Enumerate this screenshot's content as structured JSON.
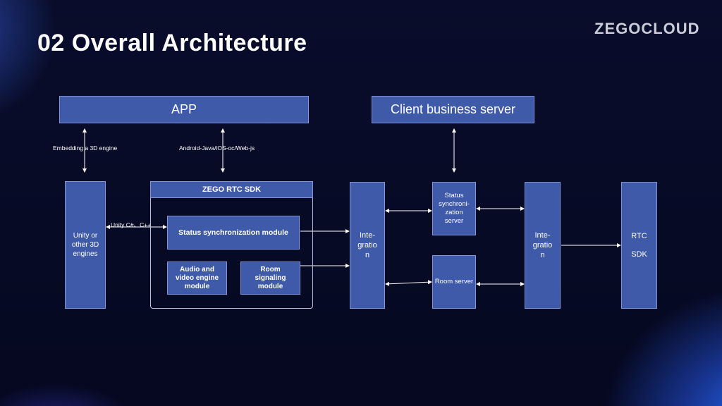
{
  "title": "02  Overall Architecture",
  "logo": "ZEGOCLOUD",
  "boxes": {
    "app": "APP",
    "client_server": "Client business server",
    "unity": "Unity or other 3D engines",
    "sdk_title": "ZEGO RTC SDK",
    "status_module": "Status synchronization module",
    "av_module": "Audio and video engine module",
    "room_module": "Room signaling module",
    "integration_left": "Inte-\ngratio\nn",
    "status_server": "Status synchroni-zation server",
    "room_server": "Room server",
    "integration_right": "Inte-\ngratio\nn",
    "rtc_sdk_line1": "RTC",
    "rtc_sdk_line2": "SDK"
  },
  "labels": {
    "embedding": "Embedding a 3D engine",
    "platforms": "Android-Java/iOS-oc/Web-js",
    "unity_lang": "Unity C#、C++"
  },
  "colors": {
    "box_fill": "#3f5aa8",
    "box_border": "#7f95d8",
    "background": "#070b25"
  }
}
